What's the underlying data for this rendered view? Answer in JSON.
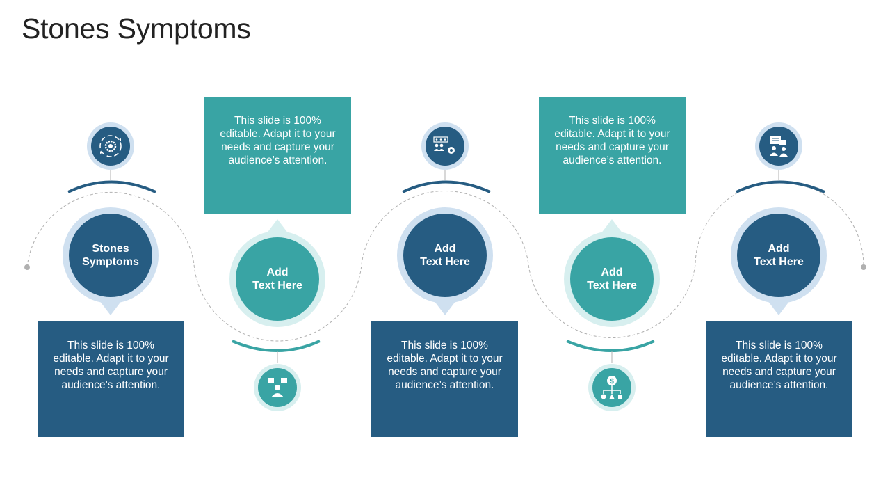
{
  "slide": {
    "title": "Stones Symptoms"
  },
  "colors": {
    "navy": "#265c82",
    "teal": "#39a4a4",
    "navy_ring": "#cfe0f0",
    "teal_ring": "#d7efef",
    "arc": "#265c82",
    "arc_teal": "#39a4a4",
    "dashed": "#b0b0b0"
  },
  "nodes": [
    {
      "label": "Stones Symptoms",
      "line1": "Stones",
      "line2": "Symptoms",
      "style": "navy",
      "icon": "gear-cycle-icon"
    },
    {
      "label": "Add Text Here",
      "line1": "Add",
      "line2": "Text Here",
      "style": "teal",
      "icon": "decision-person-icon"
    },
    {
      "label": "Add Text Here",
      "line1": "Add",
      "line2": "Text Here",
      "style": "navy",
      "icon": "team-settings-icon"
    },
    {
      "label": "Add Text Here",
      "line1": "Add",
      "line2": "Text Here",
      "style": "teal",
      "icon": "money-hierarchy-icon"
    },
    {
      "label": "Add Text Here",
      "line1": "Add",
      "line2": "Text Here",
      "style": "navy",
      "icon": "meeting-discussion-icon"
    }
  ],
  "boxes": [
    {
      "text": "This slide is 100% editable. Adapt it to your needs and capture your audience’s attention.",
      "style": "navy"
    },
    {
      "text": "This slide is 100% editable. Adapt it to your needs and capture your audience’s attention.",
      "style": "teal"
    },
    {
      "text": "This slide is 100% editable. Adapt it to your needs and capture your audience’s attention.",
      "style": "navy"
    },
    {
      "text": "This slide is 100% editable. Adapt it to your needs and capture your audience’s attention.",
      "style": "teal"
    },
    {
      "text": "This slide is 100% editable. Adapt it to your needs and capture your audience’s attention.",
      "style": "navy"
    }
  ]
}
